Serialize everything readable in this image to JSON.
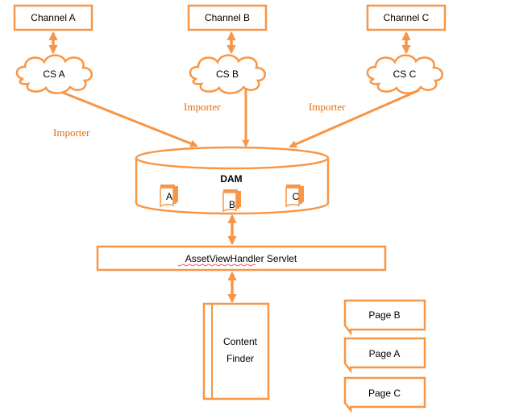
{
  "colors": {
    "accent": "#F79646",
    "text": "#000000",
    "importer_text": "#E36C0A",
    "background": "#FFFFFF"
  },
  "channels": [
    {
      "label": "Channel A"
    },
    {
      "label": "Channel B"
    },
    {
      "label": "Channel C"
    }
  ],
  "content_servers": [
    {
      "label": "CS A"
    },
    {
      "label": "CS B"
    },
    {
      "label": "CS C"
    }
  ],
  "importers": [
    {
      "label": "Importer"
    },
    {
      "label": "Importer"
    },
    {
      "label": "Importer"
    }
  ],
  "dam": {
    "label": "DAM",
    "assets": [
      {
        "label": "A"
      },
      {
        "label": "B"
      },
      {
        "label": "C"
      }
    ]
  },
  "servlet": {
    "label": "AssetViewHandler Servlet"
  },
  "content_finder": {
    "line1": "Content",
    "line2": "Finder"
  },
  "pages": [
    {
      "label": "Page B"
    },
    {
      "label": "Page A"
    },
    {
      "label": "Page C"
    }
  ]
}
